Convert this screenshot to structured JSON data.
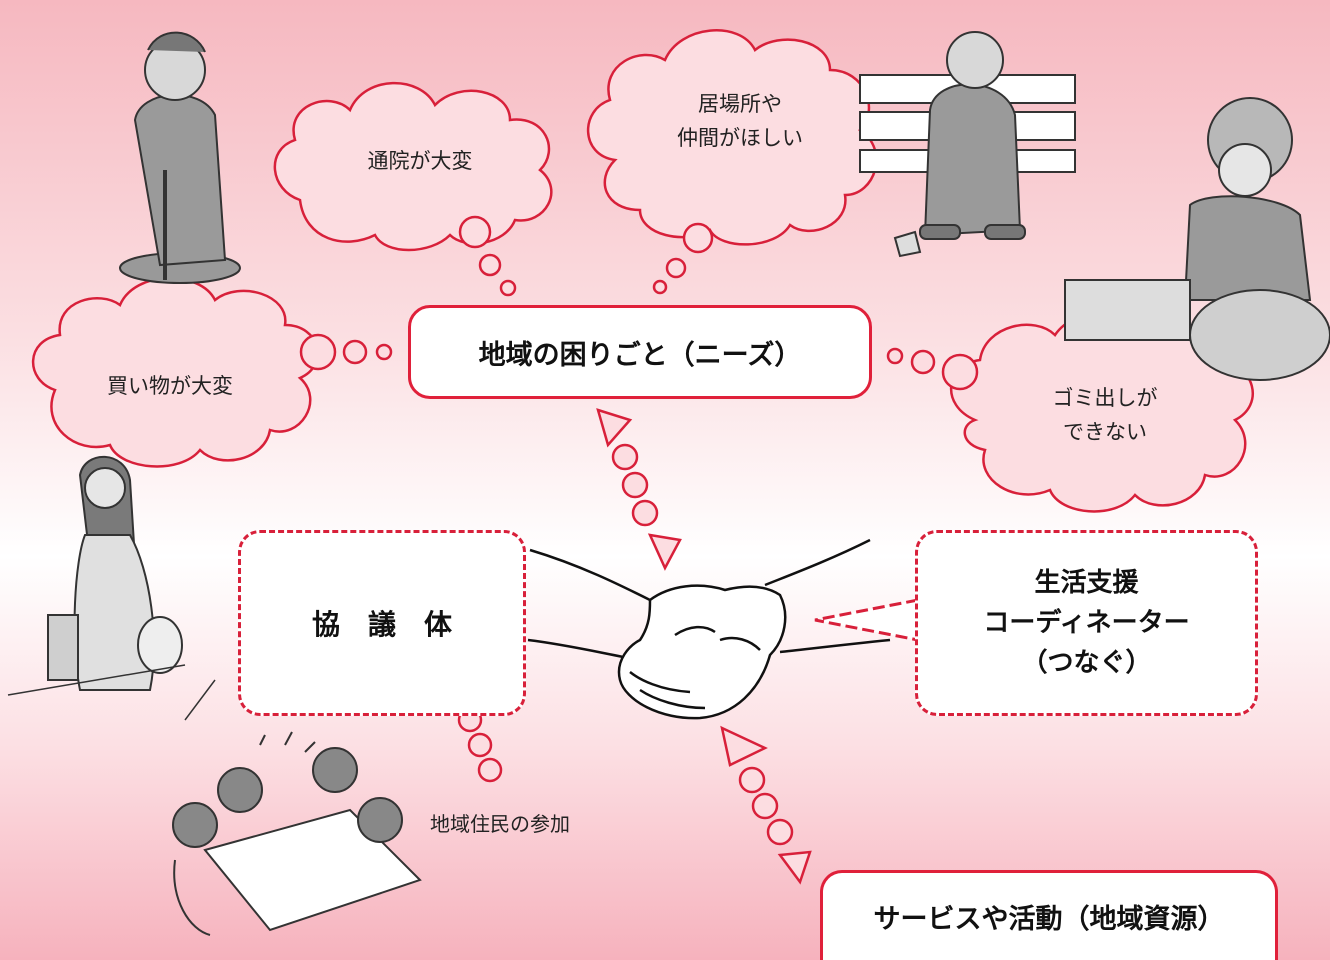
{
  "needs_box": {
    "label": "地域の困りごと（ニーズ）"
  },
  "services_box": {
    "label": "サービスや活動（地域資源）"
  },
  "council_box": {
    "label": "協　議　体"
  },
  "coordinator_box": {
    "lines": [
      "生活支援",
      "コーディネーター",
      "（つなぐ）"
    ]
  },
  "bubbles": {
    "hospital": "通院が大変",
    "place_1": "居場所や",
    "place_2": "仲間がほしい",
    "shopping": "買い物が大変",
    "garbage_1": "ゴミ出しが",
    "garbage_2": "できない"
  },
  "participation_label": "地域住民の参加",
  "colors": {
    "accent": "#e0203a",
    "bubble_fill": "#fcdde1",
    "bubble_stroke": "#d8203a"
  }
}
